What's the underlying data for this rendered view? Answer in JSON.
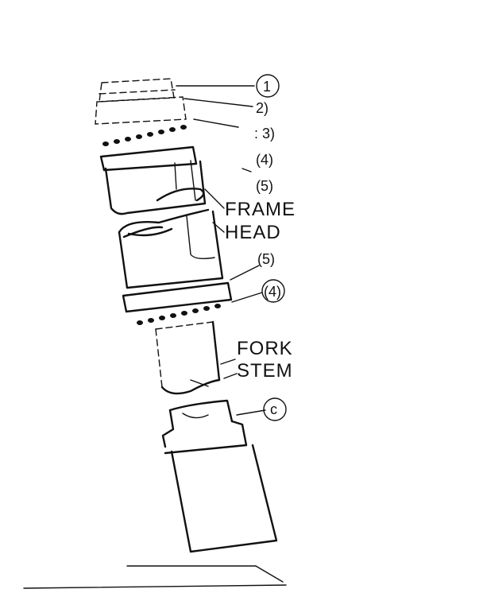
{
  "labels": {
    "circle_1": "1",
    "part_2": "2)",
    "part_3": ": 3)",
    "part_4_top": "(4)",
    "part_5_top": "(5)",
    "frame": "FRAME",
    "head": "HEAD",
    "part_5_bottom": "(5)",
    "part_4_bottom": "(4)",
    "fork": "FORK",
    "stem": "STEM",
    "circle_c": "c"
  }
}
